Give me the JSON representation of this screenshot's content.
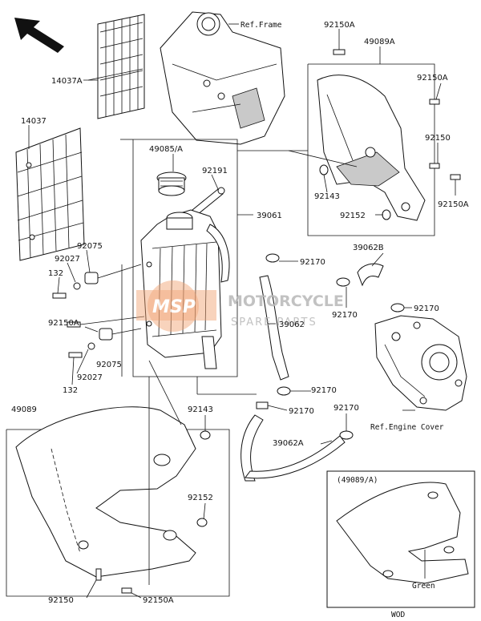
{
  "labels": {
    "ref_frame": "Ref.Frame",
    "ref_engine_cover": "Ref.Engine Cover",
    "p_92150A_top": "92150A",
    "p_49089A": "49089A",
    "p_14037A": "14037A",
    "p_92150A_r1": "92150A",
    "p_92150_r": "92150",
    "p_92143_r": "92143",
    "p_92152_r": "92152",
    "p_92150A_r2": "92150A",
    "p_14037": "14037",
    "p_49085A": "49085/A",
    "p_92191": "92191",
    "p_39061": "39061",
    "p_92075_a": "92075",
    "p_92027_a": "92027",
    "p_132_a": "132",
    "p_92150A_l": "92150A",
    "p_92075_b": "92075",
    "p_92027_b": "92027",
    "p_132_b": "132",
    "p_92170_a": "92170",
    "p_39062B": "39062B",
    "p_92170_b": "92170",
    "p_39062": "39062",
    "p_92170_c": "92170",
    "p_92170_d": "92170",
    "p_92170_e": "92170",
    "p_92170_f": "92170",
    "p_39062A": "39062A",
    "p_49089": "49089",
    "p_92143_b": "92143",
    "p_92152_b": "92152",
    "p_92150_b": "92150",
    "p_92150A_b": "92150A",
    "inset_title": "(49089/A)",
    "inset_green": "Green",
    "inset_code": "WOD"
  },
  "watermark": {
    "line1": "MOTORCYCLE",
    "line2": "SPARE PARTS",
    "logo": "MSP"
  },
  "colors": {
    "line": "#111111",
    "shade": "#c9c9c9",
    "watermark_orange": "#f0a070",
    "watermark_gray": "#b8b8b8"
  }
}
